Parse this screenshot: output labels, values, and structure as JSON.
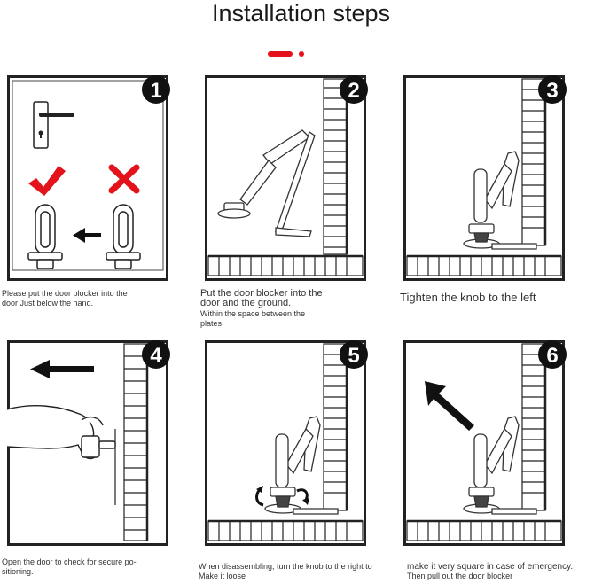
{
  "title": "Installation steps",
  "accent_color": "#e3121b",
  "steps": [
    {
      "number": "1",
      "caption_lines": [
        "Please put the door blocker into the",
        "door Just below the hand."
      ],
      "icons": [
        "door-handle-icon",
        "checkmark-icon",
        "cross-icon",
        "arrow-left-icon"
      ]
    },
    {
      "number": "2",
      "caption_lines": [
        "Put the door blocker into the",
        "door and the ground.",
        "Within the space between the",
        "plates"
      ]
    },
    {
      "number": "3",
      "caption_lines": [
        "Tighten the knob to the left"
      ]
    },
    {
      "number": "4",
      "caption_lines": [
        "Open the door to check for secure po-",
        "sitioning."
      ],
      "icons": [
        "arrow-left-icon",
        "hand-icon"
      ]
    },
    {
      "number": "5",
      "caption_lines": [
        "When disassembling, turn the knob to the right to",
        "Make it loose"
      ],
      "icons": [
        "rotate-arrows-icon"
      ]
    },
    {
      "number": "6",
      "caption_lines": [
        "make it very square in case of emergency.",
        "Then pull out the door blocker"
      ],
      "icons": [
        "arrow-up-left-icon"
      ]
    }
  ]
}
